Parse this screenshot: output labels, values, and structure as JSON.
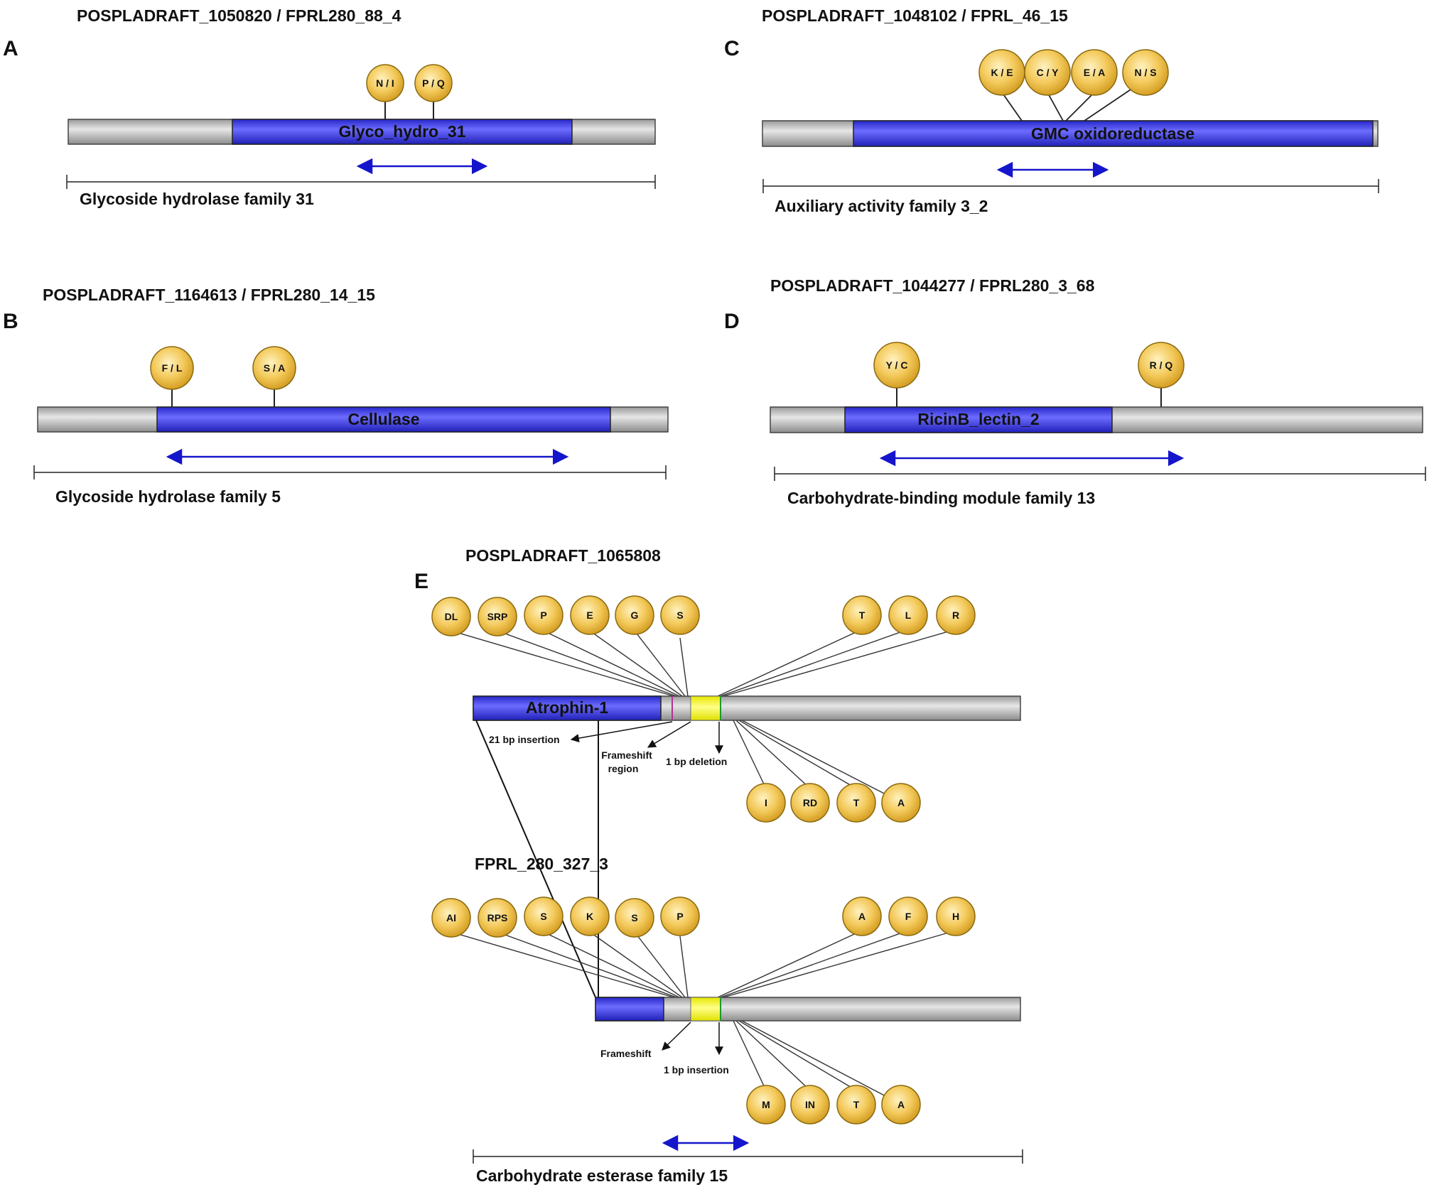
{
  "colors": {
    "domain": "#3b3bea",
    "gene": "#c4c4c4",
    "highlight": "#ffff44",
    "site": "#f0c040",
    "arrow": "#1515cc",
    "line": "#222222"
  },
  "panels": {
    "A": {
      "letter": "A",
      "title": "POSPLADRAFT_1050820 / FPRL280_88_4",
      "domain": "Glyco_hydro_31",
      "family": "Glycoside hydrolase family 31",
      "sites": [
        "N / I",
        "P / Q"
      ]
    },
    "B": {
      "letter": "B",
      "title": "POSPLADRAFT_1164613 / FPRL280_14_15",
      "domain": "Cellulase",
      "family": "Glycoside hydrolase family 5",
      "sites": [
        "F / L",
        "S / A"
      ]
    },
    "C": {
      "letter": "C",
      "title": "POSPLADRAFT_1048102 /  FPRL_46_15",
      "domain": "GMC oxidoreductase",
      "family": "Auxiliary activity family 3_2",
      "sites": [
        "K / E",
        "C / Y",
        "E / A",
        "N / S"
      ]
    },
    "D": {
      "letter": "D",
      "title": "POSPLADRAFT_1044277 / FPRL280_3_68",
      "domain": "RicinB_lectin_2",
      "family": "Carbohydrate-binding module family 13",
      "sites": [
        "Y / C",
        "R / Q"
      ]
    },
    "E": {
      "letter": "E",
      "top_title": "POSPLADRAFT_1065808",
      "top_domain": "Atrophin-1",
      "top_sites_above": [
        "DL",
        "SRP",
        "P",
        "E",
        "G",
        "S",
        "T",
        "L",
        "R"
      ],
      "top_sites_below": [
        "I",
        "RD",
        "T",
        "A"
      ],
      "top_annotations": [
        "21 bp insertion",
        "Frameshift",
        "region",
        "1 bp deletion"
      ],
      "bottom_title": "FPRL_280_327_3",
      "bottom_sites_above": [
        "AI",
        "RPS",
        "S",
        "K",
        "S",
        "P",
        "A",
        "F",
        "H"
      ],
      "bottom_sites_below": [
        "M",
        "IN",
        "T",
        "A"
      ],
      "bottom_annotations": [
        "Frameshift",
        "1 bp insertion"
      ],
      "family": "Carbohydrate esterase family 15"
    }
  }
}
